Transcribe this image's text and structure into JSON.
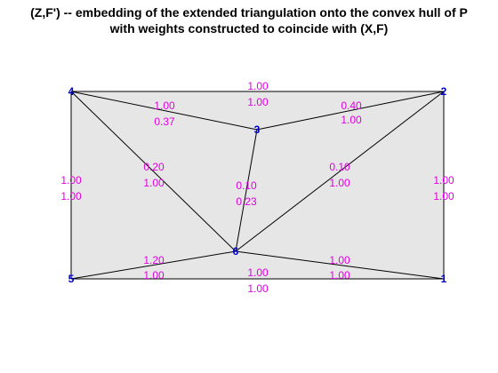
{
  "title": {
    "line1": "(Z,F') -- embedding of the extended triangulation onto the convex hull of P",
    "line2": "with weights constructed to coincide with (X,F)"
  },
  "colors": {
    "fill": "#e6e6e6",
    "edge": "#000000",
    "weight_label": "#e000e0",
    "vertex_label": "#0000cc"
  },
  "vertices": [
    {
      "id": "1"
    },
    {
      "id": "2"
    },
    {
      "id": "3"
    },
    {
      "id": "4"
    },
    {
      "id": "5"
    },
    {
      "id": "6"
    }
  ],
  "edges": [
    {
      "from": "4",
      "to": "2",
      "w_upper": "1.00",
      "w_lower": "1.00"
    },
    {
      "from": "5",
      "to": "1",
      "w_upper": "1.00",
      "w_lower": "1.00"
    },
    {
      "from": "4",
      "to": "5",
      "w_upper": "1.00",
      "w_lower": "1.00"
    },
    {
      "from": "2",
      "to": "1",
      "w_upper": "1.00",
      "w_lower": "1.00"
    },
    {
      "from": "4",
      "to": "3",
      "w_upper": "1.00",
      "w_lower": "0.37"
    },
    {
      "from": "3",
      "to": "2",
      "w_upper": "0.40",
      "w_lower": "1.00"
    },
    {
      "from": "4",
      "to": "6",
      "w_upper": "0.20",
      "w_lower": "1.00"
    },
    {
      "from": "3",
      "to": "6",
      "w_upper": "0.10",
      "w_lower": "0.23"
    },
    {
      "from": "6",
      "to": "2",
      "w_upper": "0.10",
      "w_lower": "1.00"
    },
    {
      "from": "5",
      "to": "6",
      "w_upper": "1.20",
      "w_lower": "1.00"
    },
    {
      "from": "6",
      "to": "1",
      "w_upper": "1.00",
      "w_lower": "1.00"
    }
  ]
}
